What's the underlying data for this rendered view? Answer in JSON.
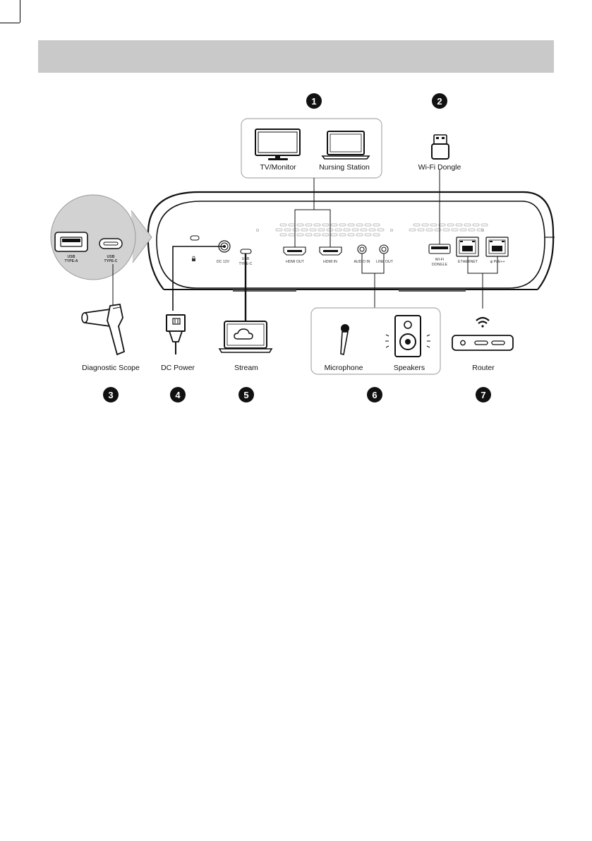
{
  "callouts": {
    "c1": "1",
    "c2": "2",
    "c3": "3",
    "c4": "4",
    "c5": "5",
    "c6": "6",
    "c7": "7"
  },
  "devices": {
    "tv": "TV/Monitor",
    "nursing": "Nursing Station",
    "dongle": "Wi-Fi Dongle",
    "scope": "Diagnostic Scope",
    "dc_power": "DC Power",
    "stream": "Stream",
    "mic": "Microphone",
    "speakers": "Speakers",
    "router": "Router"
  },
  "ports": {
    "usb_a": [
      "USB",
      "TYPE-A"
    ],
    "usb_c_zoom": [
      "USB",
      "TYPE-C"
    ],
    "dc": "DC 12V",
    "usb_c": [
      "USB",
      "TYPE-C"
    ],
    "hdmi_out": "HDMI OUT",
    "hdmi_in": "HDMI IN",
    "audio_in": "AUDIO IN",
    "line_out": "LINE OUT",
    "wifi": [
      "WI-FI",
      "DONGLE"
    ],
    "ethernet": "ETHERNET",
    "poe": "ψ PoE++"
  }
}
